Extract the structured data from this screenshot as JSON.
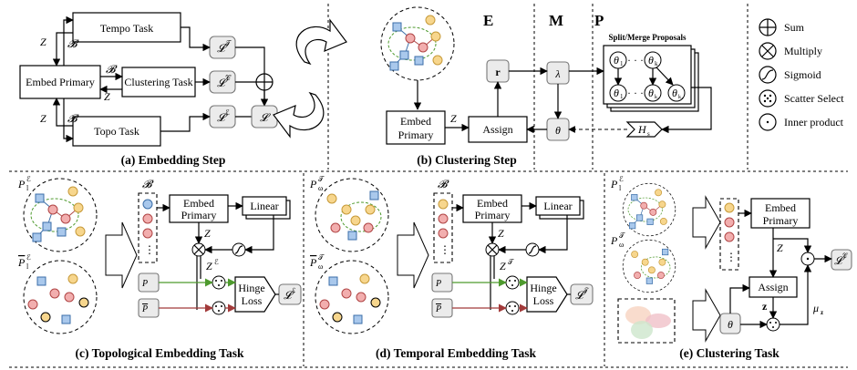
{
  "embedding_step": {
    "tempo_task": "Tempo Task",
    "embed_primary": "Embed Primary",
    "clustering_task": "Clustering Task",
    "topo_task": "Topo Task",
    "loss_t": "𝓛",
    "loss_t_sup": "𝒯",
    "loss_c": "𝓛",
    "loss_c_sup": "𝒞",
    "loss_e": "𝓛",
    "loss_e_sup": "ℰ",
    "loss_total": "𝓛",
    "z": "Z",
    "b": "𝓑",
    "caption": "(a) Embedding Step"
  },
  "clustering_step": {
    "header_e": "E",
    "header_m": "M",
    "header_p": "P",
    "r": "r",
    "lambda": "λ",
    "theta": "θ",
    "assign": "Assign",
    "embed_primary_1": "Embed",
    "embed_primary_2": "Primary",
    "z": "Z",
    "h": "H",
    "h_sub": "s",
    "proposals_title": "Split/Merge Proposals",
    "theta_1": "θ",
    "theta_1_sub": "1",
    "theta_k": "θ",
    "theta_k_sub": "k",
    "dots": "· · ·",
    "theta_k1_sub": "k₁",
    "theta_k2_sub": "k₂",
    "caption": "(b) Clustering Step"
  },
  "legend": {
    "sum": "Sum",
    "multiply": "Multiply",
    "sigmoid": "Sigmoid",
    "scatter": "Scatter Select",
    "inner": "Inner product"
  },
  "topological_task": {
    "p_pos": "P",
    "p_pos_sub": "l",
    "p_pos_sup": "ℰ",
    "p_neg_sup": "ℰ",
    "b": "𝓑",
    "embed_1": "Embed",
    "embed_2": "Primary",
    "linear": "Linear",
    "z": "Z",
    "z_e": "Z",
    "z_e_sup": "ℰ",
    "hinge_1": "Hinge",
    "hinge_2": "Loss",
    "loss": "𝓛",
    "loss_sup": "ℰ",
    "caption": "(c) Topological Embedding Task"
  },
  "temporal_task": {
    "p_pos": "P",
    "p_pos_sub": "ω",
    "p_pos_sup": "𝒯",
    "p_neg_sup": "𝒯",
    "b": "𝓑",
    "embed_1": "Embed",
    "embed_2": "Primary",
    "linear": "Linear",
    "z": "Z",
    "z_t": "Z",
    "z_t_sup": "𝒯",
    "hinge_1": "Hinge",
    "hinge_2": "Loss",
    "loss": "𝓛",
    "loss_sup": "𝒯",
    "caption": "(d) Temporal Embedding Task"
  },
  "clustering_task": {
    "p_l": "P",
    "p_l_sub": "l",
    "p_l_sup": "ℰ",
    "p_w": "P",
    "p_w_sub": "ω",
    "p_w_sup": "𝒯",
    "embed_1": "Embed",
    "embed_2": "Primary",
    "z": "Z",
    "assign": "Assign",
    "zz": "z",
    "mu": "μ",
    "mu_sub": "z",
    "theta": "θ",
    "loss": "𝓛",
    "loss_sup": "𝒞",
    "caption": "(e) Clustering Task"
  },
  "colors": {
    "blue_node": "#a9c8ec",
    "red_node": "#f2aeae",
    "yellow_node": "#f7d68d",
    "green_dash": "#4e9a2e",
    "red_line": "#a23a3a"
  }
}
